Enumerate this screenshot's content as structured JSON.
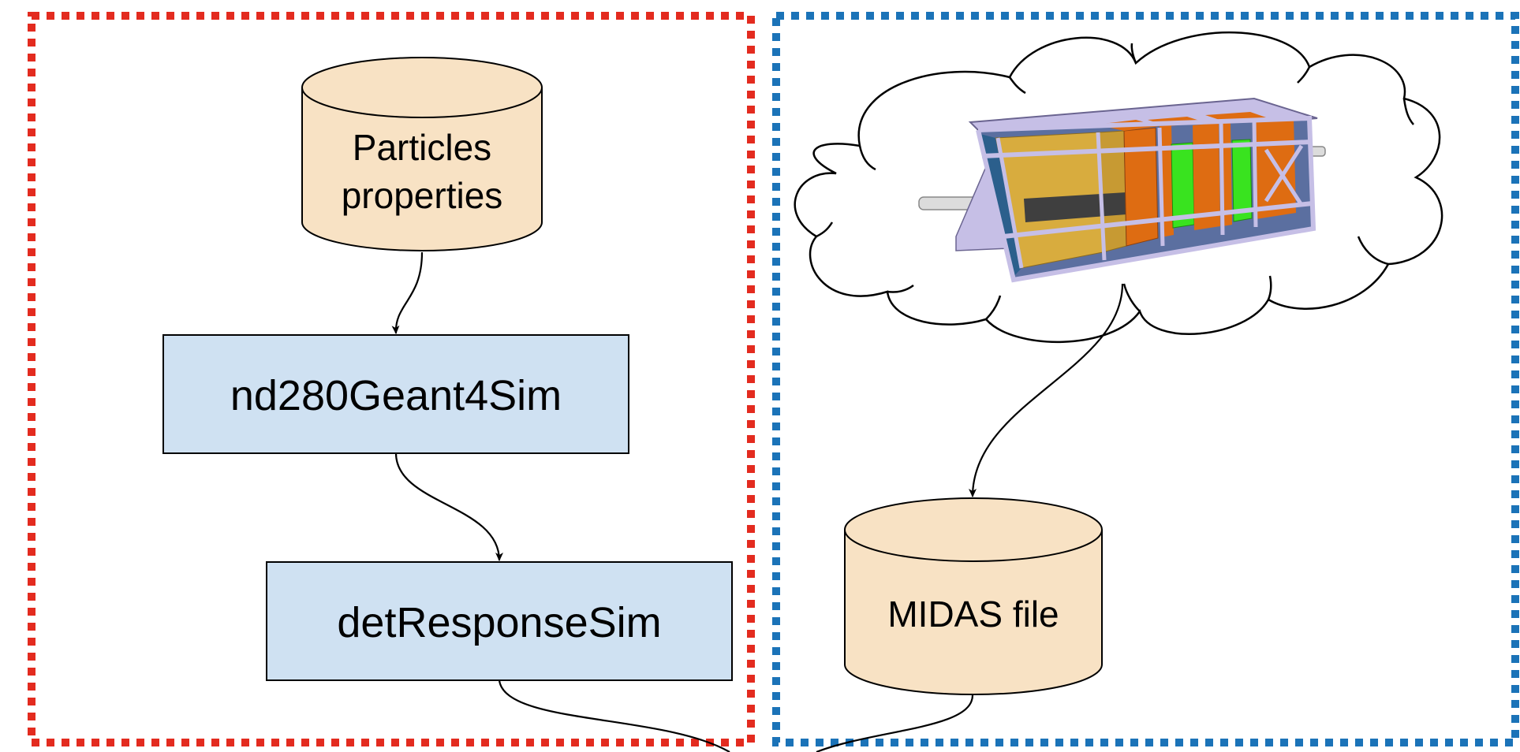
{
  "panels": {
    "simulation": {
      "border_color": "#e32b1f"
    },
    "data": {
      "border_color": "#1b73b8"
    }
  },
  "nodes": {
    "particles": {
      "line1": "Particles",
      "line2": "properties",
      "shape": "cylinder",
      "fill": "#f8e2c4"
    },
    "geant4": {
      "label": "nd280Geant4Sim",
      "shape": "rectangle",
      "fill": "#cfe1f2"
    },
    "detresponse": {
      "label": "detResponseSim",
      "shape": "rectangle",
      "fill": "#cfe1f2"
    },
    "detector": {
      "shape": "cloud",
      "icon": "detector-illustration-icon"
    },
    "midas": {
      "label": "MIDAS file",
      "shape": "cylinder",
      "fill": "#f8e2c4"
    }
  },
  "edges": [
    {
      "from": "particles",
      "to": "geant4"
    },
    {
      "from": "geant4",
      "to": "detresponse"
    },
    {
      "from": "detector",
      "to": "midas"
    },
    {
      "from": "detresponse",
      "to": "bottom"
    },
    {
      "from": "midas",
      "to": "bottom"
    }
  ],
  "colors": {
    "detector_frame": "#c6bfe6",
    "detector_yellow": "#d8ac3e",
    "detector_orange": "#de6c12",
    "detector_green": "#39e31f",
    "detector_dark": "#3f3f3f",
    "detector_blue": "#2b5f8c"
  }
}
